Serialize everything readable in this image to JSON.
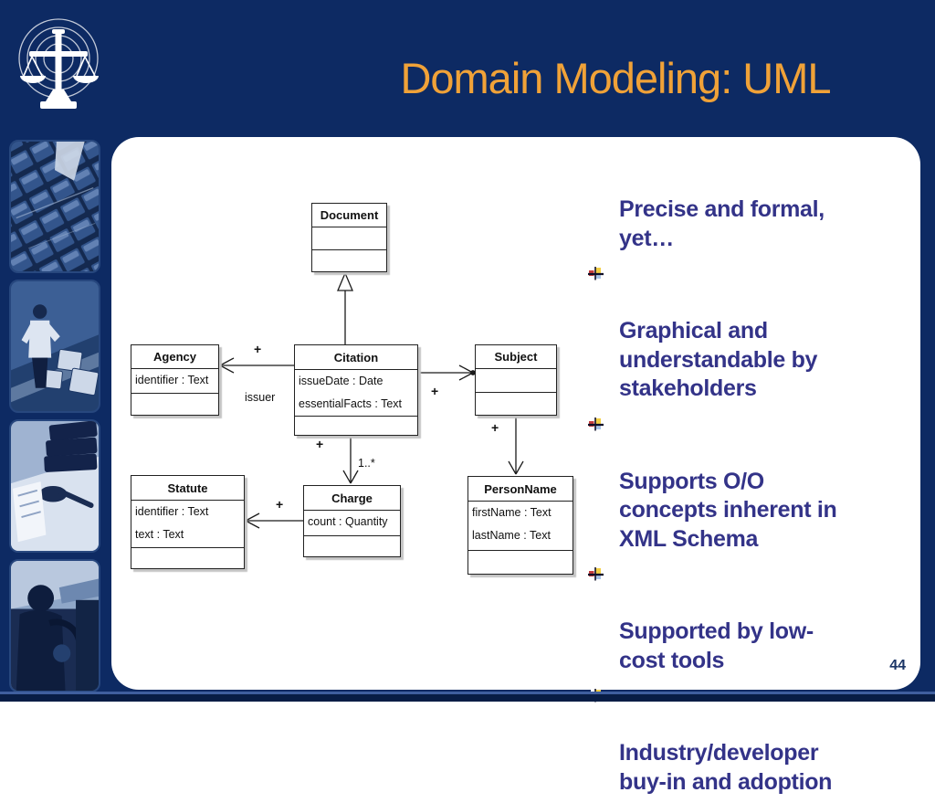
{
  "slide": {
    "title": "Domain Modeling: UML",
    "page_number": "44"
  },
  "logo": {
    "name": "scales-of-justice-with-circles"
  },
  "sidebar": {
    "thumbnails": [
      {
        "name": "keyboard-closeup-photo"
      },
      {
        "name": "businessman-with-monitors-photo"
      },
      {
        "name": "law-books-and-gavel-photo"
      },
      {
        "name": "driver-in-car-photo"
      }
    ]
  },
  "diagram": {
    "classes": [
      {
        "name": "Document",
        "attributes": []
      },
      {
        "name": "Agency",
        "attributes": [
          "identifier : Text"
        ]
      },
      {
        "name": "Citation",
        "attributes": [
          "issueDate : Date",
          "essentialFacts : Text"
        ]
      },
      {
        "name": "Subject",
        "attributes": []
      },
      {
        "name": "Statute",
        "attributes": [
          "identifier : Text",
          "text : Text"
        ]
      },
      {
        "name": "Charge",
        "attributes": [
          "count : Quantity"
        ]
      },
      {
        "name": "PersonName",
        "attributes": [
          "firstName : Text",
          "lastName : Text"
        ]
      }
    ],
    "labels": {
      "agency_plus": "+",
      "issuer_role": "issuer",
      "subject_plus": "+",
      "charge_plus": "+",
      "charge_mult": "1..*",
      "person_plus": "+",
      "statute_plus": "+"
    }
  },
  "bullets": {
    "intro": "Precise and formal,\nyet…",
    "items": [
      "Graphical and\nunderstandable by\nstakeholders",
      "Supports O/O\nconcepts inherent in\nXML Schema",
      "Supported by low-\ncost tools",
      "Industry/developer\nbuy-in and adoption"
    ]
  },
  "colors": {
    "background": "#0d2a63",
    "title": "#f0a238",
    "bullet_text": "#333388",
    "page_number": "#1b3566"
  }
}
